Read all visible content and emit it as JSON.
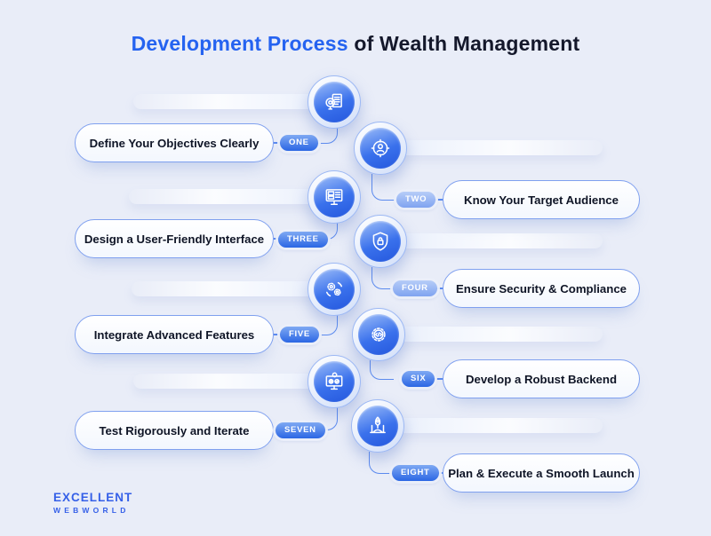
{
  "title": {
    "highlight": "Development Process",
    "rest": "of Wealth Management"
  },
  "steps": [
    {
      "number_label": "ONE",
      "label": "Define Your Objectives Clearly",
      "icon": "objectives-document-icon",
      "side": "left",
      "badge_tone": "dark"
    },
    {
      "number_label": "TWO",
      "label": "Know Your Target Audience",
      "icon": "target-audience-icon",
      "side": "right",
      "badge_tone": "light"
    },
    {
      "number_label": "THREE",
      "label": "Design a User-Friendly Interface",
      "icon": "ui-design-monitor-icon",
      "side": "left",
      "badge_tone": "dark"
    },
    {
      "number_label": "FOUR",
      "label": "Ensure Security & Compliance",
      "icon": "shield-lock-icon",
      "side": "right",
      "badge_tone": "light"
    },
    {
      "number_label": "FIVE",
      "label": "Integrate Advanced Features",
      "icon": "gears-integration-icon",
      "side": "left",
      "badge_tone": "dark"
    },
    {
      "number_label": "SIX",
      "label": "Develop a Robust Backend",
      "icon": "gear-code-icon",
      "side": "right",
      "badge_tone": "dark"
    },
    {
      "number_label": "SEVEN",
      "label": "Test Rigorously and Iterate",
      "icon": "monitor-testing-icon",
      "side": "left",
      "badge_tone": "dark"
    },
    {
      "number_label": "EIGHT",
      "label": "Plan & Execute a Smooth Launch",
      "icon": "rocket-launch-icon",
      "side": "right",
      "badge_tone": "dark"
    }
  ],
  "logo": {
    "line1": "EXCELLENT",
    "line2": "WEBWORLD"
  },
  "colors": {
    "background": "#e9edf8",
    "title_highlight": "#2563f0",
    "title_text": "#14182b",
    "pill_border": "#7fa0ef",
    "pill_text": "#0f1526",
    "connector": "#5c8bef",
    "badge_dark_top": "#7fa9f3",
    "badge_dark_bottom": "#2b66e4",
    "badge_light_top": "#b7cdf8",
    "badge_light_bottom": "#7fa3f0",
    "icon_circle_top": "#9dbdf8",
    "icon_circle_bottom": "#2457dd",
    "logo_blue": "#3560e8"
  }
}
